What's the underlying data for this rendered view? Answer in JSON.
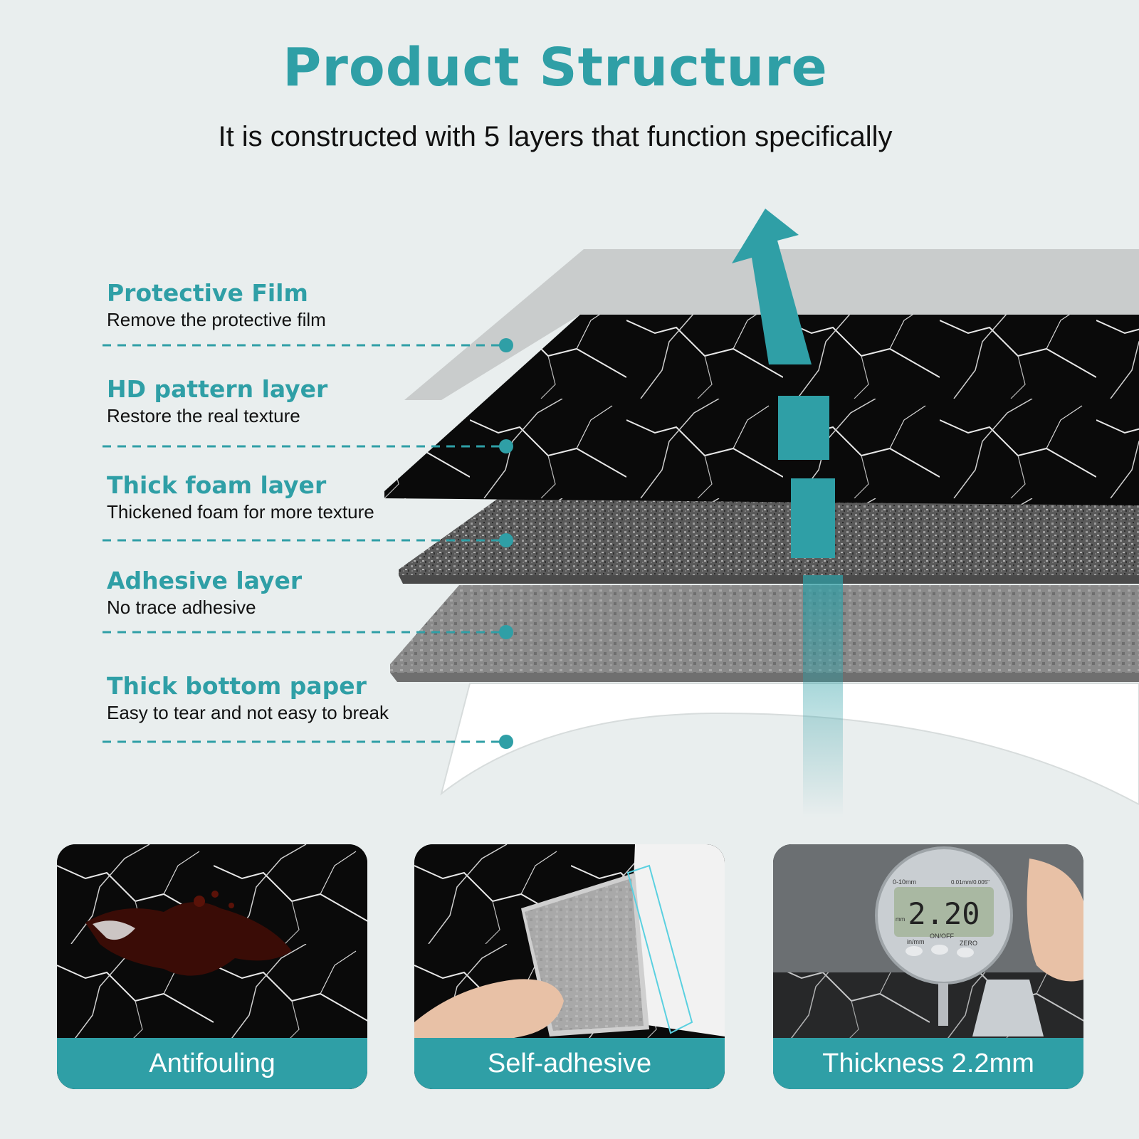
{
  "colors": {
    "accent": "#2f9fa6",
    "background": "#e9eeee"
  },
  "header": {
    "title": "Product Structure",
    "subtitle": "It is constructed with 5 layers that function specifically"
  },
  "layers": [
    {
      "name": "Protective Film",
      "desc": "Remove the protective film"
    },
    {
      "name": "HD pattern layer",
      "desc": "Restore the real texture"
    },
    {
      "name": "Thick foam layer",
      "desc": "Thickened foam for more texture"
    },
    {
      "name": "Adhesive layer",
      "desc": "No trace adhesive"
    },
    {
      "name": "Thick bottom paper",
      "desc": "Easy to tear and not easy to break"
    }
  ],
  "features": [
    {
      "label": "Antifouling"
    },
    {
      "label": "Self-adhesive"
    },
    {
      "label": "Thickness 2.2mm"
    }
  ],
  "gauge": {
    "reading": "2.20",
    "range": "0-10mm",
    "resolution": "0.01mm/0.005\"",
    "unit": "mm",
    "buttons": [
      "in/mm",
      "ON/OFF",
      "ZERO"
    ]
  }
}
